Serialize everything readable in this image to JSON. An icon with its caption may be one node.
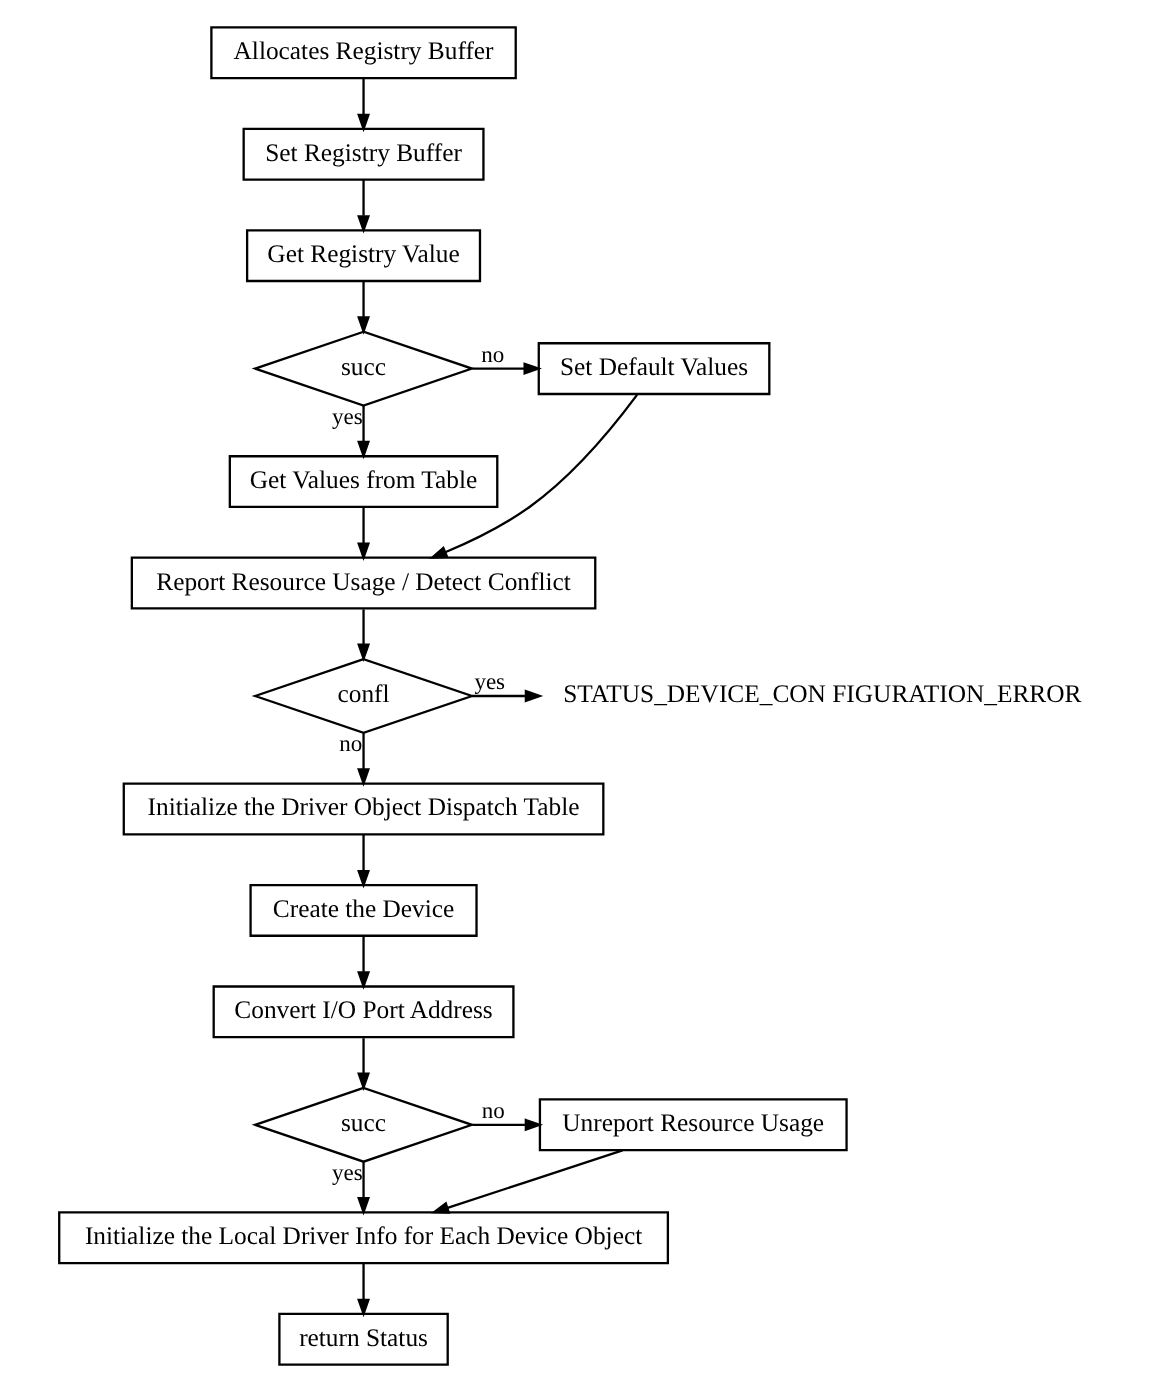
{
  "diagram": {
    "nodes": [
      {
        "text": [
          "Allocates Registry Buffer"
        ]
      },
      {
        "text": [
          "Set Registry Buffer"
        ]
      },
      {
        "text": [
          "Get Registry Value"
        ]
      },
      {
        "text": [
          "succ"
        ]
      },
      {
        "text": [
          "Set Default Values"
        ]
      },
      {
        "text": [
          "Get Values from Table"
        ]
      },
      {
        "text": [
          "Report Resource Usage / Detect Conflict"
        ]
      },
      {
        "text": [
          "confl"
        ]
      },
      {
        "text": [
          "STATUS_DEVICE_CON FIGURATION_ERROR"
        ]
      },
      {
        "text": [
          "Initialize the Driver Object Dispatch Table"
        ]
      },
      {
        "text": [
          "Create the Device"
        ]
      },
      {
        "text": [
          "Convert I/O Port Address"
        ]
      },
      {
        "text": [
          "succ"
        ]
      },
      {
        "text": [
          "Unreport Resource Usage"
        ]
      },
      {
        "text": [
          "Initialize the Local Driver Info for Each Device Object"
        ]
      },
      {
        "text": [
          "return Status"
        ]
      }
    ],
    "edges": [
      {
        "from": 0,
        "to": 1,
        "arrow": "to"
      },
      {
        "from": 1,
        "to": 2,
        "arrow": "to"
      },
      {
        "from": 2,
        "to": 3,
        "arrow": "to"
      },
      {
        "from": 3,
        "to": 4,
        "arrow": "to",
        "label": "no"
      },
      {
        "from": 3,
        "to": 5,
        "arrow": "to",
        "label": "yes"
      },
      {
        "from": 4,
        "to": 6,
        "arrow": "to"
      },
      {
        "from": 5,
        "to": 6,
        "arrow": "to"
      },
      {
        "from": 6,
        "to": 7,
        "arrow": "to"
      },
      {
        "from": 7,
        "to": 8,
        "arrow": "to",
        "label": "yes"
      },
      {
        "from": 7,
        "to": 9,
        "arrow": "to",
        "label": "no"
      },
      {
        "from": 9,
        "to": 10,
        "arrow": "to"
      },
      {
        "from": 10,
        "to": 11,
        "arrow": "to"
      },
      {
        "from": 11,
        "to": 12,
        "arrow": "to"
      },
      {
        "from": 12,
        "to": 13,
        "arrow": "to",
        "label": "no"
      },
      {
        "from": 12,
        "to": 14,
        "arrow": "to",
        "label": "yes"
      },
      {
        "from": 13,
        "to": 14,
        "arrow": "to"
      },
      {
        "from": 14,
        "to": 15,
        "arrow": "to"
      }
    ]
  }
}
